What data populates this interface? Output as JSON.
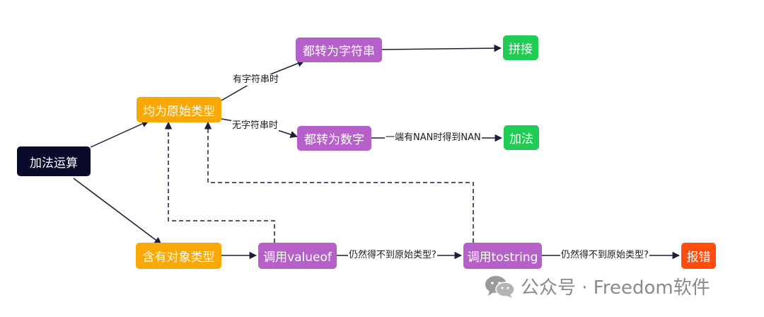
{
  "colors": {
    "root": "#0a0b2a",
    "primitive": "#f9a805",
    "convert": "#b561c9",
    "result": "#21cc55",
    "error": "#ff4d0f",
    "line": "#1d1d3a"
  },
  "nodes": {
    "root": "加法运算",
    "all_primitive": "均为原始类型",
    "to_string": "都转为字符串",
    "concat": "拼接",
    "to_number": "都转为数字",
    "add": "加法",
    "has_object": "含有对象类型",
    "call_valueof": "调用valueof",
    "call_tostring": "调用tostring",
    "error": "报错"
  },
  "edge_labels": {
    "has_string": "有字符串时",
    "no_string": "无字符串时",
    "nan_rule": "一端有NAN时得到NAN",
    "still_not_primitive_1": "仍然得不到原始类型?",
    "still_not_primitive_2": "仍然得不到原始类型?"
  },
  "watermark": {
    "text": "公众号 · Freedom软件",
    "icon": "wechat-icon"
  }
}
